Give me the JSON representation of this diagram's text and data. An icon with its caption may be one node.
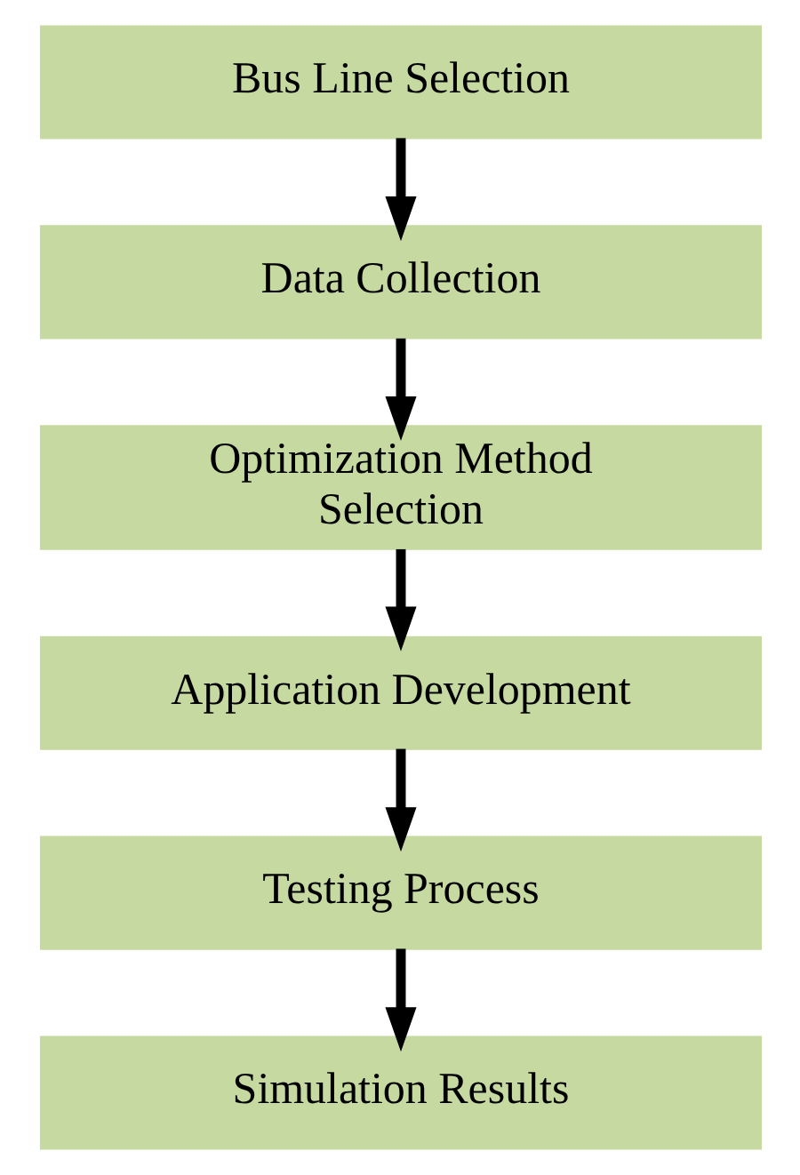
{
  "diagram": {
    "nodes": [
      {
        "text": [
          "Bus Line Selection"
        ]
      },
      {
        "text": [
          "Data Collection"
        ]
      },
      {
        "text": [
          "Optimization Method Selection"
        ]
      },
      {
        "text": [
          "Application Development"
        ]
      },
      {
        "text": [
          "Testing Process"
        ]
      },
      {
        "text": [
          "Simulation Results"
        ]
      }
    ],
    "edges": [
      {
        "from": 0,
        "to": 1,
        "arrow": "to"
      },
      {
        "from": 1,
        "to": 2,
        "arrow": "to"
      },
      {
        "from": 2,
        "to": 3,
        "arrow": "to"
      },
      {
        "from": 3,
        "to": 4,
        "arrow": "to"
      },
      {
        "from": 4,
        "to": 5,
        "arrow": "to"
      }
    ]
  }
}
